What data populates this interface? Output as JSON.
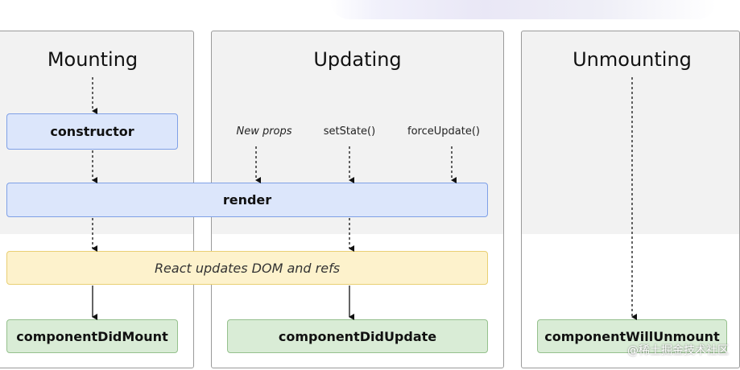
{
  "phases": {
    "mounting": {
      "title": "Mounting"
    },
    "updating": {
      "title": "Updating"
    },
    "unmounting": {
      "title": "Unmounting"
    }
  },
  "nodes": {
    "constructor": "constructor",
    "render": "render",
    "react_updates": "React updates DOM and refs",
    "component_did_mount": "componentDidMount",
    "component_did_update": "componentDidUpdate",
    "component_will_unmount": "componentWillUnmount"
  },
  "triggers": {
    "new_props": "New props",
    "set_state": "setState()",
    "force_update": "forceUpdate()"
  },
  "colors": {
    "blue_fill": "#dce6fb",
    "yellow_fill": "#fdf2cc",
    "green_fill": "#d9ecd6",
    "panel_gray": "#f2f2f2"
  },
  "watermark": "@稀土掘金技术社区"
}
